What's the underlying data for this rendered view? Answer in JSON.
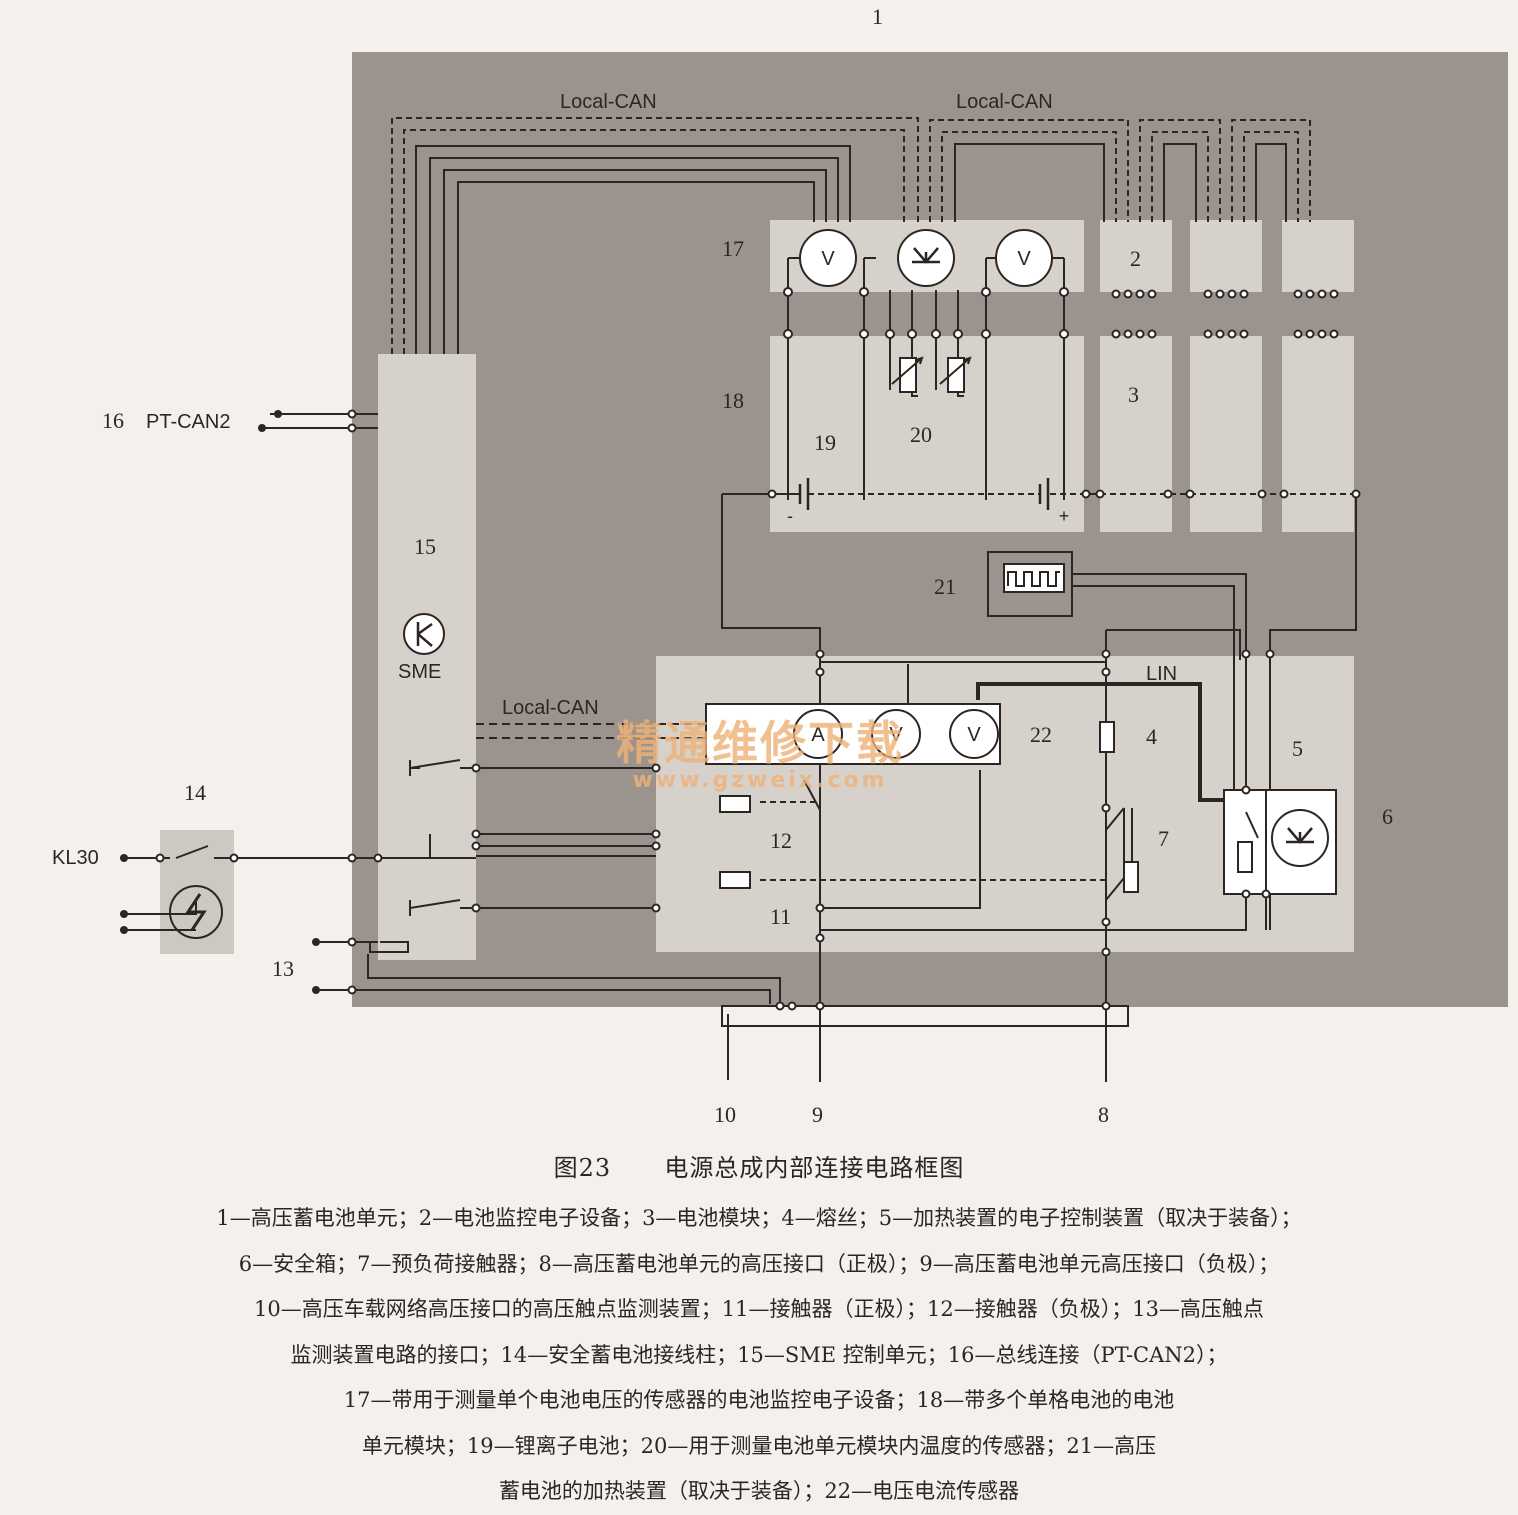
{
  "labels": {
    "n1": "1",
    "n2": "2",
    "n3": "3",
    "n4": "4",
    "n5": "5",
    "n6": "6",
    "n7": "7",
    "n8": "8",
    "n9": "9",
    "n10": "10",
    "n11": "11",
    "n12": "12",
    "n13": "13",
    "n14": "14",
    "n15": "15",
    "n16": "16",
    "n17": "17",
    "n18": "18",
    "n19": "19",
    "n20": "20",
    "n21": "21",
    "n22": "22"
  },
  "signals": {
    "local_can_1": "Local-CAN",
    "local_can_2": "Local-CAN",
    "local_can_3": "Local-CAN",
    "lin": "LIN",
    "pt_can2": "PT-CAN2",
    "kl30": "KL30",
    "sme": "SME"
  },
  "meter_symbols": {
    "voltmeter": "V",
    "ammeter": "A"
  },
  "battery_polarity": {
    "minus": "-",
    "plus": "+"
  },
  "caption": {
    "number": "图23",
    "title": "电源总成内部连接电路框图"
  },
  "legend_lines": [
    "1—高压蓄电池单元；2—电池监控电子设备；3—电池模块；4—熔丝；5—加热装置的电子控制装置（取决于装备）；",
    "6—安全箱；7—预负荷接触器；8—高压蓄电池单元的高压接口（正极）；9—高压蓄电池单元高压接口（负极）；",
    "10—高压车载网络高压接口的高压触点监测装置；11—接触器（正极）；12—接触器（负极）；13—高压触点",
    "监测装置电路的接口；14—安全蓄电池接线柱；15—SME 控制单元；16—总线连接（PT-CAN2）；",
    "17—带用于测量单个电池电压的传感器的电池监控电子设备；18—带多个单格电池的电池",
    "单元模块；19—锂离子电池；20—用于测量电池单元模块内温度的传感器；21—高压",
    "蓄电池的加热装置（取决于装备）；22—电压电流传感器"
  ],
  "watermark": {
    "cn": "精通维修下载",
    "url": "www.gzweix.com"
  },
  "colors": {
    "outer_panel": "#9b938d",
    "inner_panel": "#d6d1cb",
    "line": "#2b2623",
    "watermark": "#eeb278"
  }
}
